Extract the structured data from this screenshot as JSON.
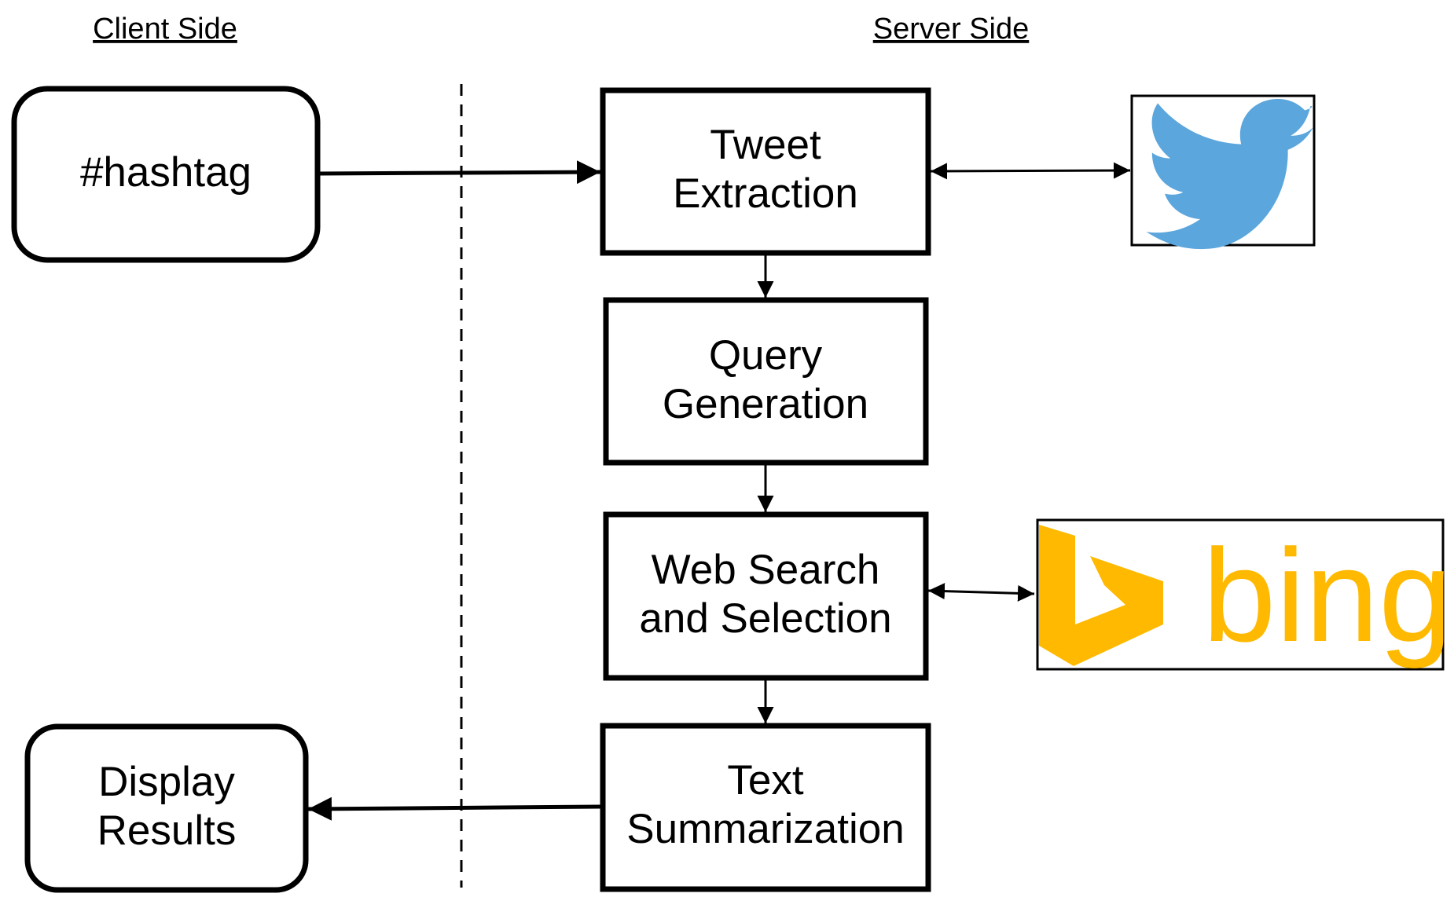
{
  "headers": {
    "client": "Client Side",
    "server": "Server Side"
  },
  "client_nodes": {
    "input": {
      "lines": [
        "#hashtag"
      ]
    },
    "output": {
      "lines": [
        "Display",
        "Results"
      ]
    }
  },
  "server_nodes": [
    {
      "id": "tweet-extraction",
      "lines": [
        "Tweet",
        "Extraction"
      ]
    },
    {
      "id": "query-generation",
      "lines": [
        "Query",
        "Generation"
      ]
    },
    {
      "id": "web-search-selection",
      "lines": [
        "Web Search",
        "and Selection"
      ]
    },
    {
      "id": "text-summarization",
      "lines": [
        "Text",
        "Summarization"
      ]
    }
  ],
  "external_services": {
    "twitter": {
      "icon": "twitter-bird-icon",
      "color": "#5BA6DD"
    },
    "bing": {
      "icon": "bing-logo-icon",
      "wordmark": "bing",
      "color": "#FFB900"
    }
  }
}
